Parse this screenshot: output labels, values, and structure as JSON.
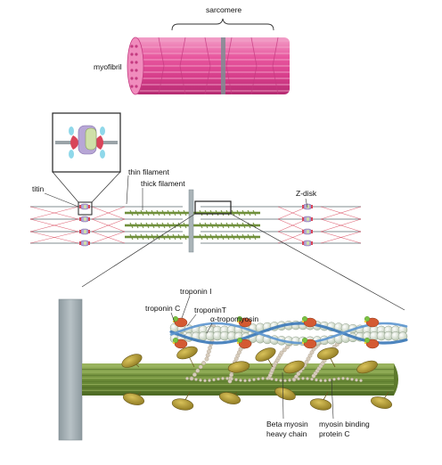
{
  "labels": {
    "sarcomere": "sarcomere",
    "myofibril": "myofibril",
    "titin": "titin",
    "thin_filament": "thin filament",
    "thick_filament": "thick filament",
    "z_disk": "Z-disk",
    "troponin_i": "troponin I",
    "troponin_c": "troponin C",
    "troponin_t": "troponinT",
    "tropomyosin": "α-tropomyosin",
    "beta_myosin_line1": "Beta myosin",
    "beta_myosin_line2": "heavy chain",
    "mybpc_line1": "myosin binding",
    "mybpc_line2": "protein C"
  },
  "colors": {
    "myofibril_pink": "#e8569e",
    "myofibril_light": "#f4a6cb",
    "z_band_gray": "#7f8c92",
    "thin_filament_gray": "#9aa3a8",
    "titin_red": "#d9455a",
    "thick_filament_green": "#6f8f3a",
    "myosin_head_olive": "#a89232",
    "actin_pale": "#dfe8cf",
    "tropomyosin_blue": "#3a78b8",
    "troponin_red": "#d45a32",
    "troponin_green": "#7cc242",
    "mybpc_beige": "#d7ccbc",
    "zdisk_block": "#aab4b8"
  }
}
